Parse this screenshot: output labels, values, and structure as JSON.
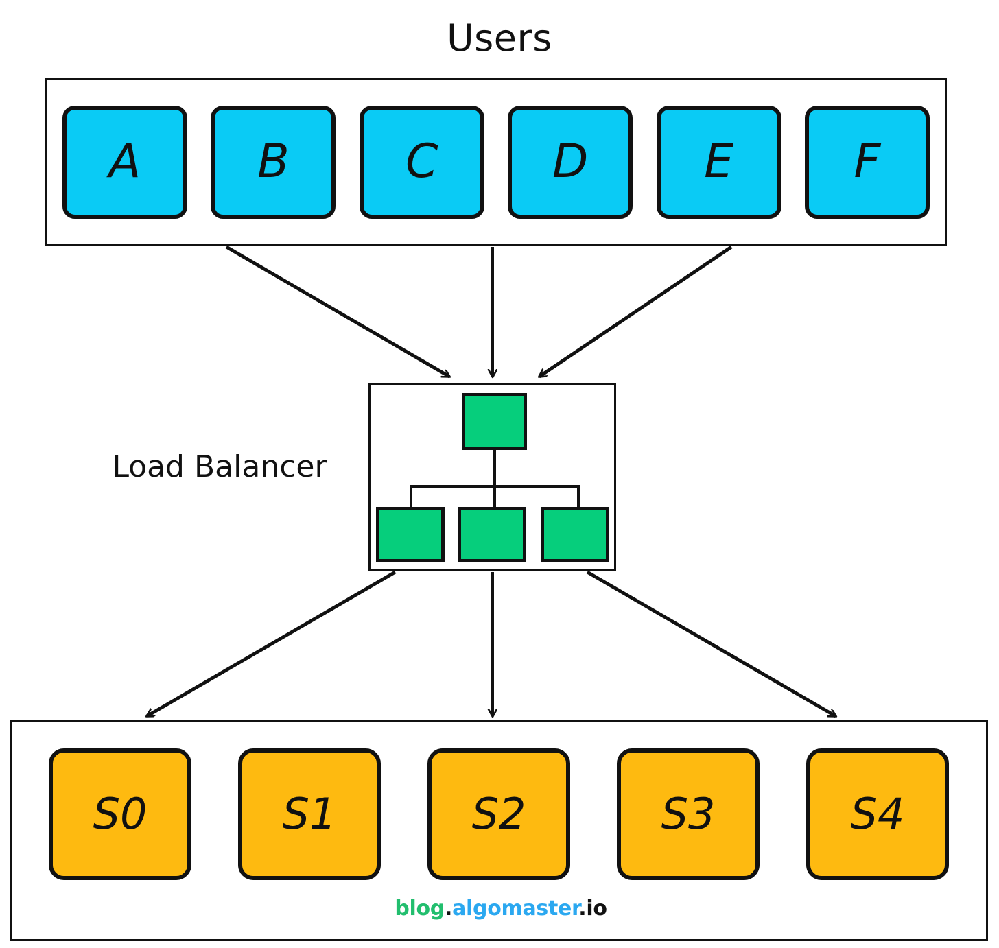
{
  "diagram": {
    "title": "Users",
    "type": "load-balancer-architecture",
    "background": "#FFFFFF",
    "stroke": "#111111"
  },
  "colors": {
    "user_fill": "#0ACBF5",
    "loadbalancer_fill": "#06CE7C",
    "server_fill": "#FEBA10",
    "stroke": "#111111",
    "watermark_green": "#22BE6E",
    "watermark_blue": "#2BA8F0",
    "watermark_black": "#111111"
  },
  "users": {
    "label": "Users",
    "nodes": [
      {
        "id": "user-a",
        "label": "A"
      },
      {
        "id": "user-b",
        "label": "B"
      },
      {
        "id": "user-c",
        "label": "C"
      },
      {
        "id": "user-d",
        "label": "D"
      },
      {
        "id": "user-e",
        "label": "E"
      },
      {
        "id": "user-f",
        "label": "F"
      }
    ]
  },
  "load_balancer": {
    "label": "Load Balancer",
    "icon": "hierarchy-icon",
    "icon_nodes": {
      "root_count": 1,
      "child_count": 3
    }
  },
  "servers": {
    "nodes": [
      {
        "id": "server-s0",
        "label": "S0"
      },
      {
        "id": "server-s1",
        "label": "S1"
      },
      {
        "id": "server-s2",
        "label": "S2"
      },
      {
        "id": "server-s3",
        "label": "S3"
      },
      {
        "id": "server-s4",
        "label": "S4"
      }
    ]
  },
  "edges": {
    "users_to_lb": [
      {
        "from": "users-left",
        "to": "lb-top-left"
      },
      {
        "from": "users-center",
        "to": "lb-top-center"
      },
      {
        "from": "users-right",
        "to": "lb-top-right"
      }
    ],
    "lb_to_servers": [
      {
        "from": "lb-bottom-left",
        "to": "servers-left"
      },
      {
        "from": "lb-bottom-center",
        "to": "servers-center"
      },
      {
        "from": "lb-bottom-right",
        "to": "servers-right"
      }
    ]
  },
  "watermark": {
    "part_blog": "blog",
    "dot_1": ".",
    "part_algomaster": "algomaster",
    "part_io": ".io"
  }
}
